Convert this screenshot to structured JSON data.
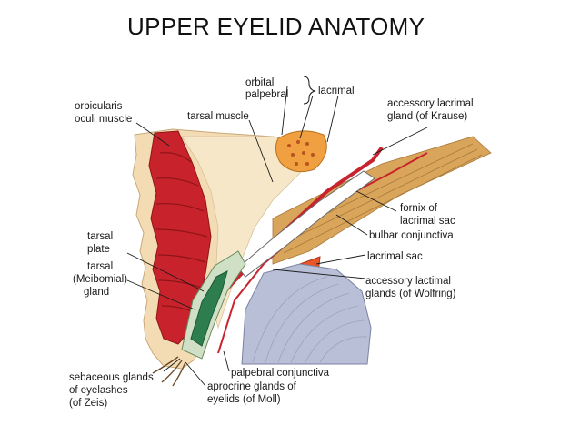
{
  "slide": {
    "title": "UPPER EYELID ANATOMY"
  },
  "labels": {
    "orbital": "orbital",
    "palpebral": "palpebral",
    "lacrimal": "lacrimal",
    "accessory_krause_1": "accessory lacrimal",
    "accessory_krause_2": "gland (of Krause)",
    "orbicularis_1": "orbicularis",
    "orbicularis_2": "oculi muscle",
    "tarsal_muscle": "tarsal muscle",
    "fornix_1": "fornix of",
    "fornix_2": "lacrimal sac",
    "bulbar_conjunctiva": "bulbar conjunctiva",
    "tarsal_plate_1": "tarsal",
    "tarsal_plate_2": "plate",
    "lacrimal_sac": "lacrimal sac",
    "meibomial_1": "tarsal",
    "meibomial_2": "(Meibomial)",
    "meibomial_3": "gland",
    "wolfring_1": "accessory lactimal",
    "wolfring_2": "glands (of Wolfring)",
    "palpebral_conjunctiva": "palpebral conjunctiva",
    "zeis_1": "sebaceous glands",
    "zeis_2": "of eyelashes",
    "zeis_3": "(of Zeis)",
    "moll_1": "aprocrine glands of",
    "moll_2": "eyelids (of Moll)"
  },
  "colors": {
    "skin": "#f3dcb4",
    "muscle": "#c8232c",
    "muscle_dark": "#8e1418",
    "fat": "#f6e7c9",
    "tarsal_gland": "#2e7d4f",
    "tarsal_plate": "#cfe0c6",
    "lacrimal_gland": "#f0a040",
    "levator_tendon": "#d9a55a",
    "eyeball": "#b9bfd6",
    "conjunctiva": "#c8242e",
    "cornea_fibers": "#9aa2c2"
  }
}
